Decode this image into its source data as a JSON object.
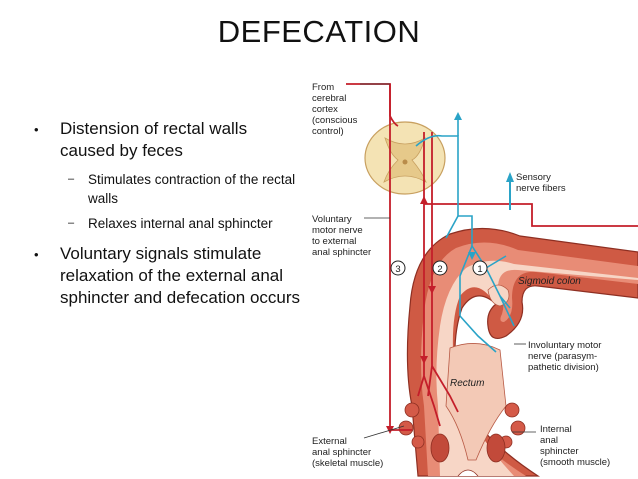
{
  "slide": {
    "title": "DEFECATION"
  },
  "bullets": [
    {
      "text": "Distension of rectal walls caused by feces",
      "subs": [
        "Stimulates contraction of the rectal walls",
        "Relaxes internal anal sphincter"
      ]
    },
    {
      "text": "Voluntary signals stimulate relaxation of the external anal sphincter and defecation occurs"
    }
  ],
  "figure": {
    "labels": {
      "cortex": [
        "From",
        "cerebral",
        "cortex",
        "(conscious",
        "control)"
      ],
      "sensory": [
        "Sensory",
        "nerve fibers"
      ],
      "voluntary": [
        "Voluntary",
        "motor nerve",
        "to external",
        "anal sphincter"
      ],
      "sigmoid": "Sigmoid colon",
      "involuntary": [
        "Involuntary motor",
        "nerve (parasym-",
        "pathetic division)"
      ],
      "rectum": "Rectum",
      "internal": [
        "Internal",
        "anal",
        "sphincter",
        "(smooth muscle)"
      ],
      "external": [
        "External",
        "anal sphincter",
        "(skeletal muscle)"
      ],
      "step1": "1",
      "step2": "2",
      "step3": "3"
    },
    "colors": {
      "colon": "#cf5a44",
      "colon_inner": "#e88c76",
      "lumen": "#f7d6c6",
      "motor_nerve": "#c41e2a",
      "sensory_nerve": "#2aa3c7",
      "spinal_cord": "#f4e3b4"
    }
  }
}
